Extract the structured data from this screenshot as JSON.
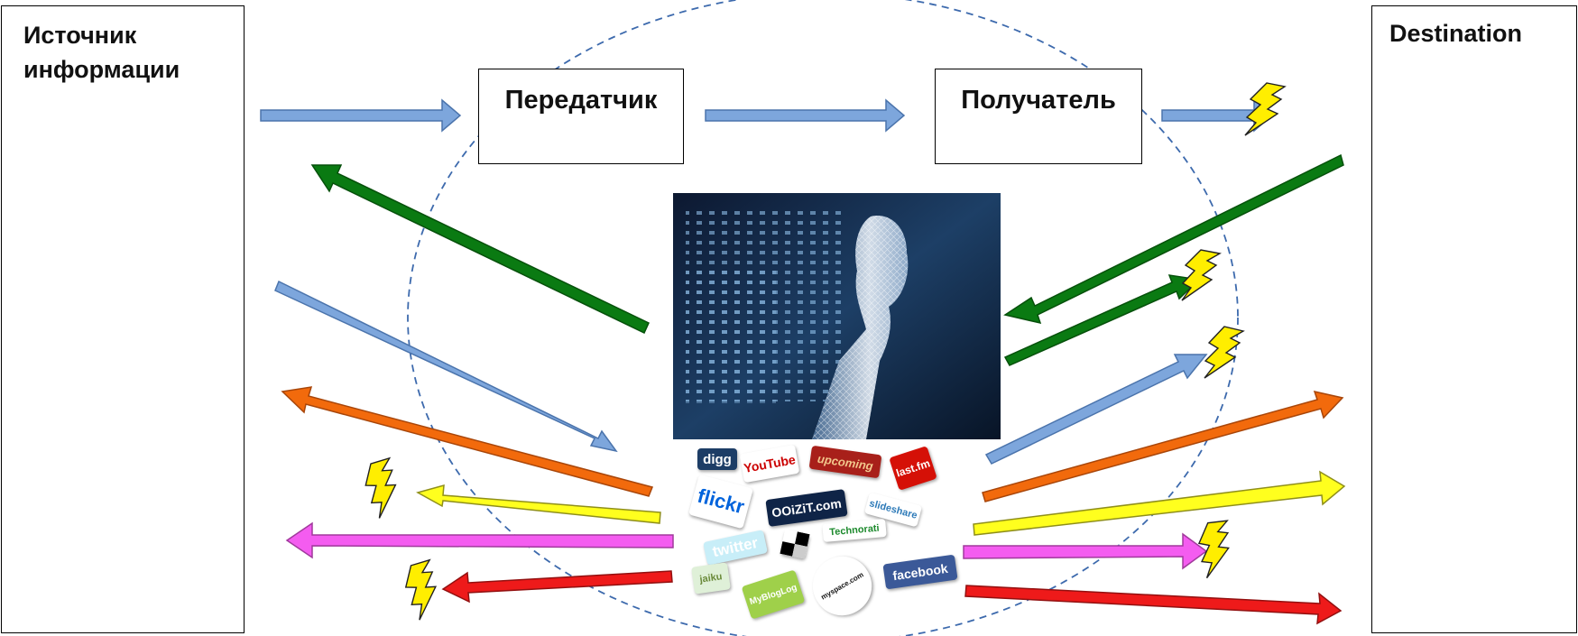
{
  "left_box": {
    "lines": [
      "Источник",
      "информации"
    ]
  },
  "right_box": {
    "label": "Destination"
  },
  "transmitter": {
    "label": "Передатчик"
  },
  "receiver": {
    "label": "Получатель"
  },
  "colors": {
    "blue": "#7da6dc",
    "green": "#0a7a12",
    "orange": "#f26a0c",
    "yellow": "#ffff1e",
    "magenta": "#f45cf0",
    "red": "#ee1a1a",
    "lightning": "#ffee00",
    "circle": "#3d6aad"
  },
  "logos": [
    {
      "name": "digg",
      "text": "digg",
      "bg": "#1d3d66",
      "fg": "#ffffff"
    },
    {
      "name": "youtube",
      "text": "YouTube",
      "bg": "#ffffff",
      "fg": "#cc0000"
    },
    {
      "name": "upcoming",
      "text": "upcoming",
      "bg": "#a8201a",
      "fg": "#f2c78c"
    },
    {
      "name": "lastfm",
      "text": "last.fm",
      "bg": "#d51007",
      "fg": "#ffffff"
    },
    {
      "name": "flickr",
      "text": "flickr",
      "bg": "#ffffff",
      "fg": "#0063dc"
    },
    {
      "name": "ooizit",
      "text": "OOiZiT.com",
      "bg": "#0f2447",
      "fg": "#ffffff"
    },
    {
      "name": "slideshare",
      "text": "slideshare",
      "bg": "#ffffff",
      "fg": "#2d7ab8"
    },
    {
      "name": "technorati",
      "text": "Technorati",
      "bg": "#ffffff",
      "fg": "#1d8a2d"
    },
    {
      "name": "twitter",
      "text": "twitter",
      "bg": "#c8eef8",
      "fg": "#ffffff"
    },
    {
      "name": "delicious",
      "text": "",
      "bg": "#ffffff",
      "fg": "#000000"
    },
    {
      "name": "facebook",
      "text": "facebook",
      "bg": "#3b5998",
      "fg": "#ffffff"
    },
    {
      "name": "jaiku",
      "text": "jaiku",
      "bg": "#dff0d8",
      "fg": "#6a8a3a"
    },
    {
      "name": "mybloglog",
      "text": "MyBlogLog",
      "bg": "#9fd04a",
      "fg": "#ffffff"
    },
    {
      "name": "myspace",
      "text": "myspace.com",
      "bg": "#ffffff",
      "fg": "#111111"
    }
  ]
}
